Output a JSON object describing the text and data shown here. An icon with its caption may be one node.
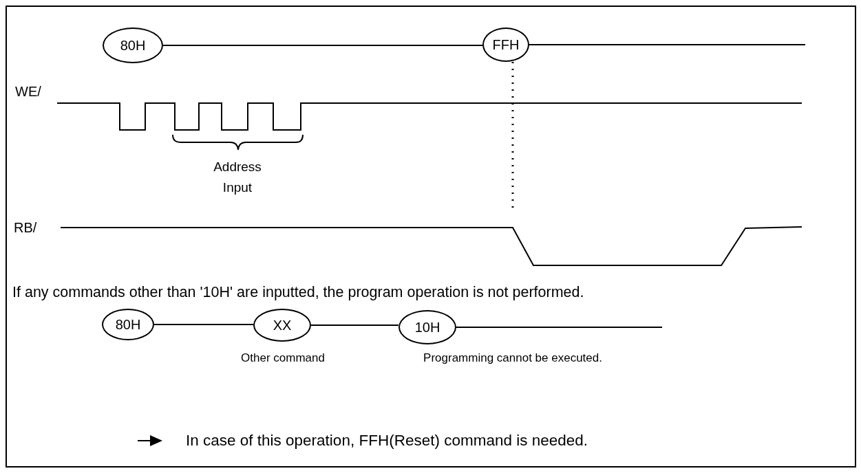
{
  "diagram": {
    "nodes": [
      {
        "text": [
          "80H"
        ]
      },
      {
        "text": [
          "FFH"
        ]
      },
      {
        "text": [
          "80H"
        ]
      },
      {
        "text": [
          "XX"
        ],
        "beside": [
          "Other command"
        ]
      },
      {
        "text": [
          "10H"
        ],
        "beside": [
          "Programming cannot be executed."
        ]
      }
    ],
    "edges": [
      {
        "from": 0,
        "to": 1,
        "arrow": "none"
      },
      {
        "from": 1,
        "to": null,
        "arrow": "none"
      },
      {
        "from": 1,
        "to": null,
        "arrow": "none",
        "style": "dashed"
      },
      {
        "from": 2,
        "to": 3,
        "arrow": "none"
      },
      {
        "from": 3,
        "to": 4,
        "arrow": "none"
      },
      {
        "from": 4,
        "to": null,
        "arrow": "none"
      }
    ],
    "labels": [
      "WE/",
      "Address Input",
      "RB/",
      "If any commands other than '10H' are inputted, the program operation is not performed.",
      "In case of this operation, FFH(Reset) command is needed."
    ]
  }
}
